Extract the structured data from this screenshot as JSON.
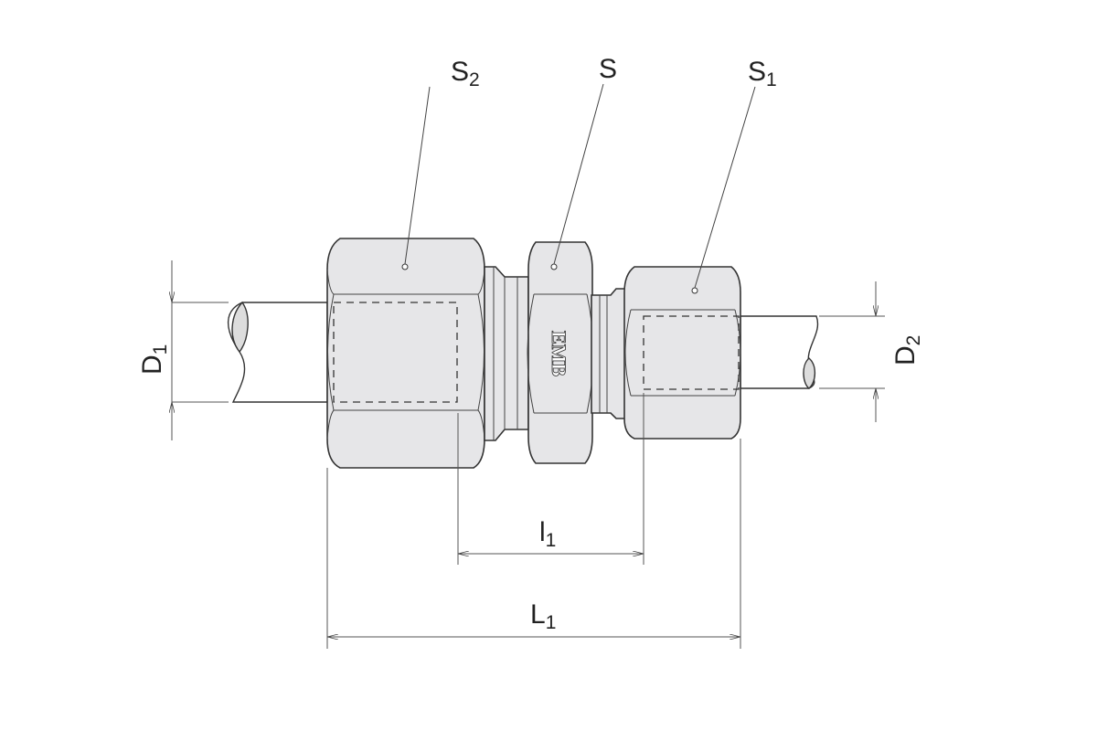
{
  "diagram": {
    "labels": {
      "s2": {
        "main": "S",
        "sub": "2"
      },
      "s": {
        "main": "S"
      },
      "s1": {
        "main": "S",
        "sub": "1"
      },
      "d1": {
        "main": "D",
        "sub": "1"
      },
      "d2": {
        "main": "D",
        "sub": "2"
      },
      "l1_small": {
        "main": "l",
        "sub": "1"
      },
      "l1_total": {
        "main": "L",
        "sub": "1"
      }
    },
    "logo": "EMB",
    "colors": {
      "body_fill": "#e6e6e8",
      "line": "#333333"
    }
  }
}
